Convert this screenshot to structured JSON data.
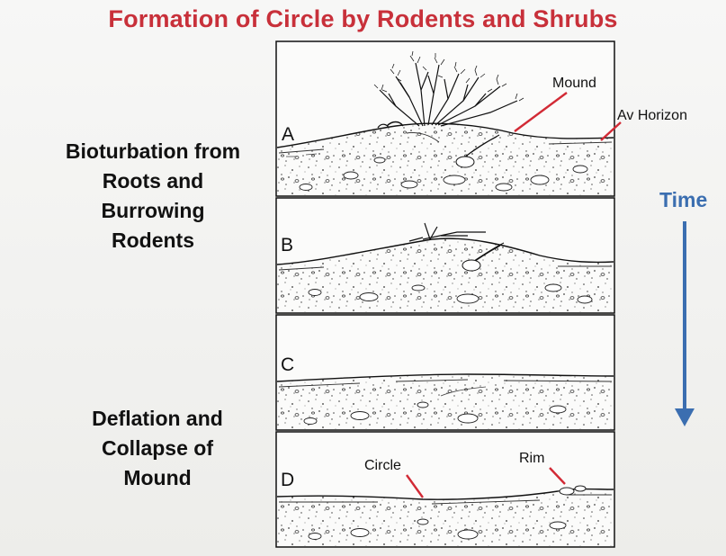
{
  "title": "Formation of Circle by Rodents and Shrubs",
  "left_labels": {
    "bioturbation": [
      "Bioturbation from",
      "Roots and",
      "Burrowing",
      "Rodents"
    ],
    "deflation": [
      "Deflation and",
      "Collapse of",
      "Mound"
    ]
  },
  "time_label": "Time",
  "panels": [
    {
      "label": "A",
      "stage": "shrub-and-mound"
    },
    {
      "label": "B",
      "stage": "dead-shrub-mound"
    },
    {
      "label": "C",
      "stage": "deflated-mound"
    },
    {
      "label": "D",
      "stage": "circle-with-rim"
    }
  ],
  "annotations": {
    "mound": "Mound",
    "av_horizon": "Av Horizon",
    "circle": "Circle",
    "rim": "Rim"
  },
  "colors": {
    "title": "#c8303a",
    "time_arrow": "#3b6eb0",
    "leader_lines": "#d22a35"
  }
}
